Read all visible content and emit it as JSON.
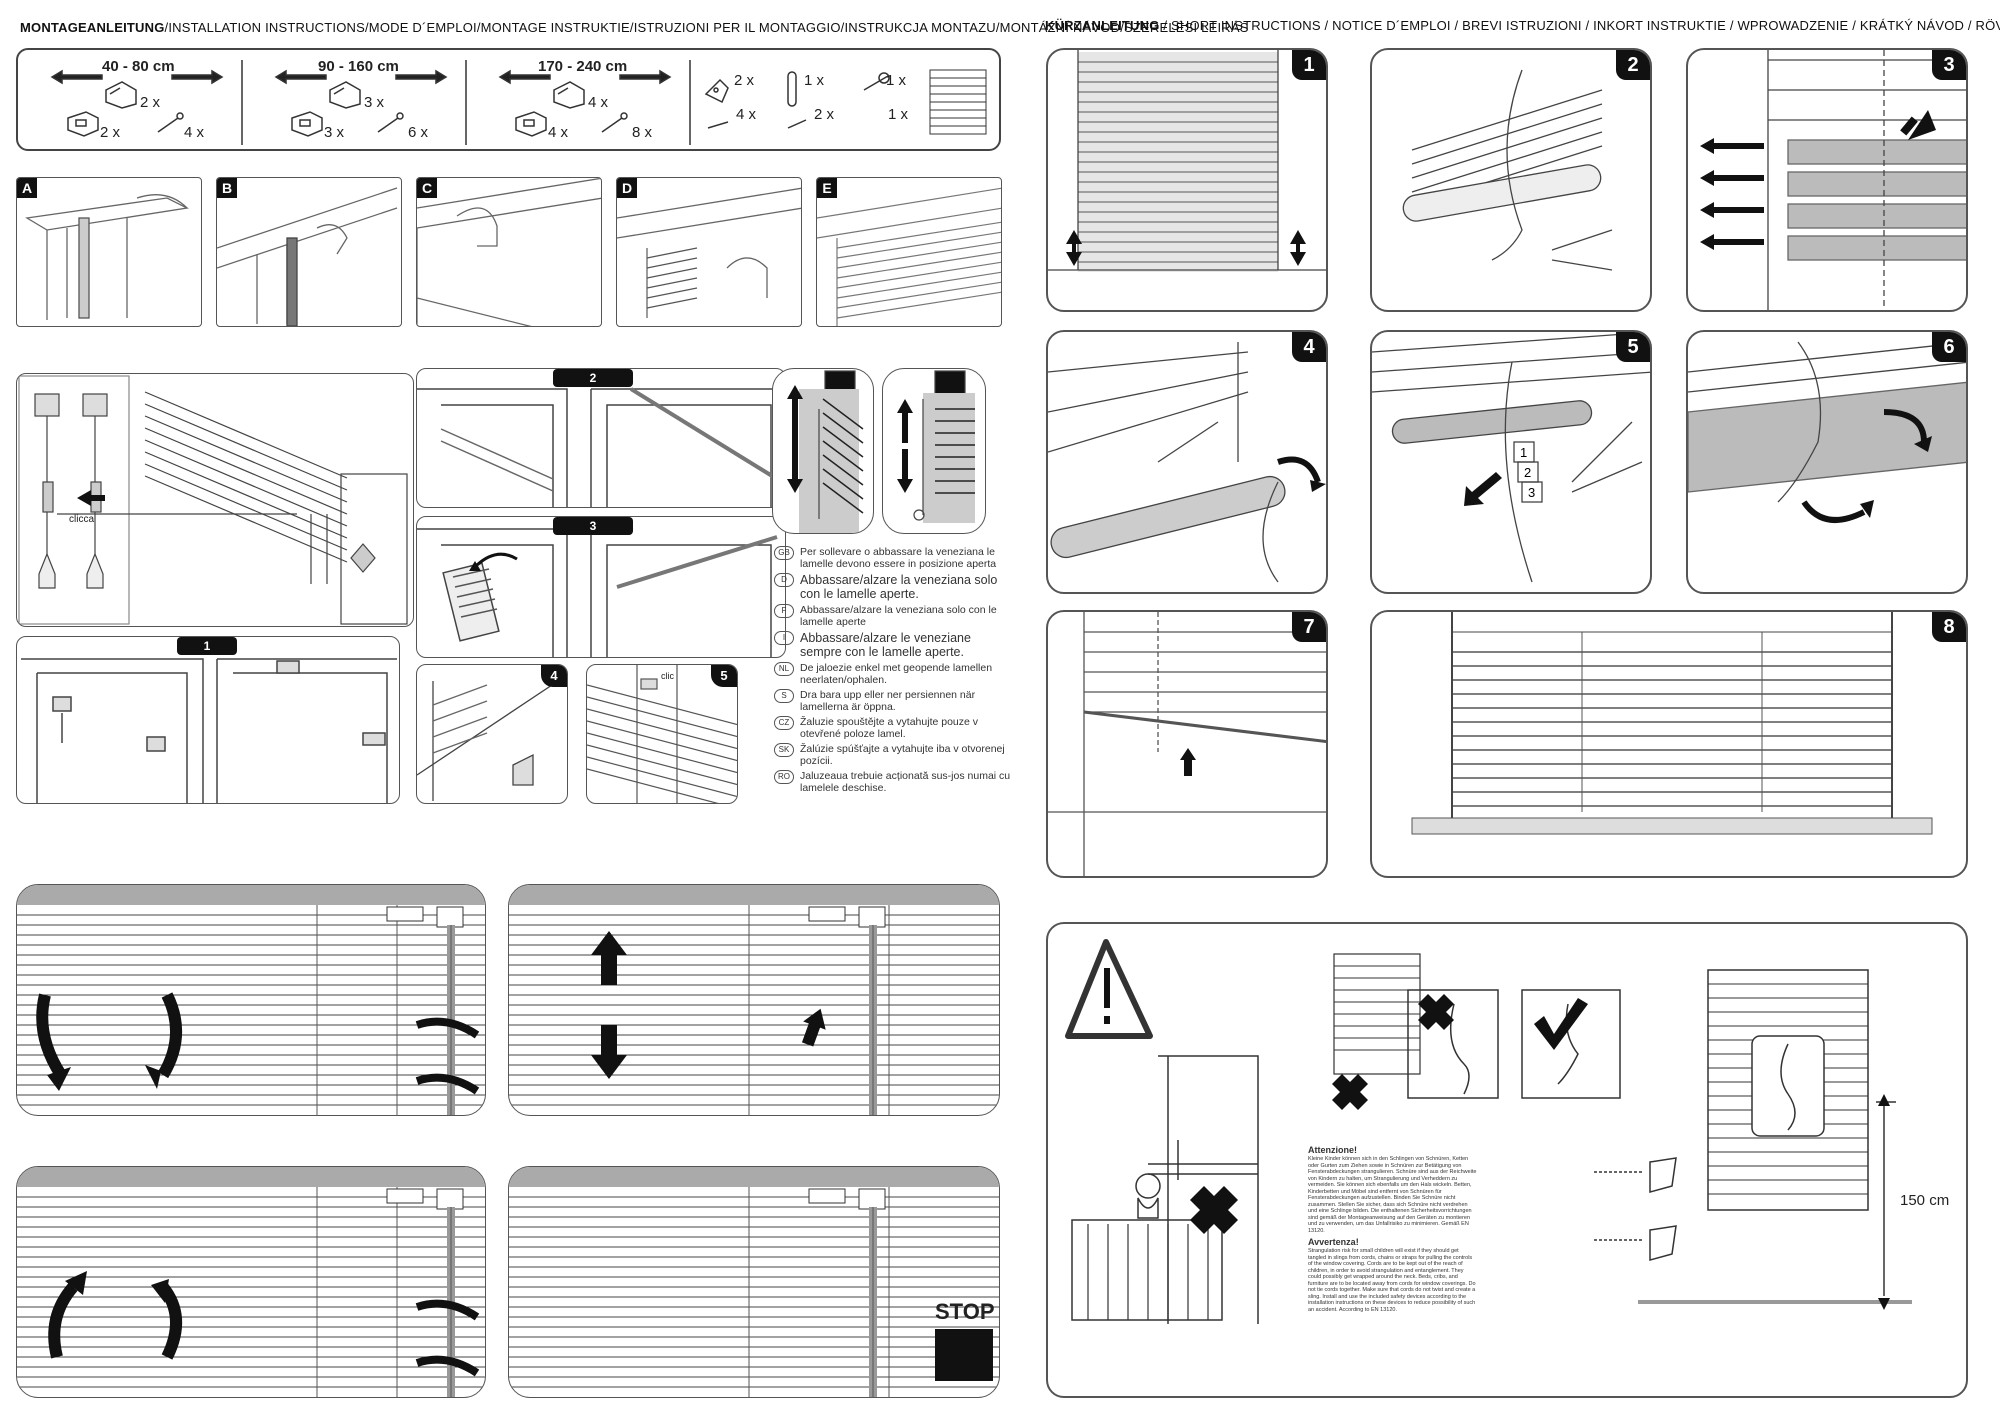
{
  "left_header": {
    "bold": "MONTAGEANLEITUNG",
    "rest": "/INSTALLATION INSTRUCTIONS/MODE D´EMPLOI/MONTAGE INSTRUKTIE/ISTRUZIONI PER IL MONTAGGIO/INSTRUKCJA MONTAZU/MONTÁZNÍ NÁVOD/SZERELÉSI LEIRÁS"
  },
  "right_header": {
    "bold": "KÜRZANLEITUNG",
    "rest": " / SHORT INSTRUCTIONS / NOTICE D´EMPLOI / BREVI ISTRUZIONI / INKORT INSTRUKTIE / WPROWADZENIE / KRÁTKÝ NÁVOD / RÖVID LEIRÁS"
  },
  "parts": {
    "groups": [
      {
        "size": "40 - 80 cm",
        "bracket_qty": "2 x",
        "clip_qty": "2 x",
        "screw_qty": "4 x"
      },
      {
        "size": "90 - 160 cm",
        "bracket_qty": "3 x",
        "clip_qty": "3 x",
        "screw_qty": "6 x"
      },
      {
        "size": "170 - 240 cm",
        "bracket_qty": "4 x",
        "clip_qty": "4 x",
        "screw_qty": "8 x"
      }
    ],
    "extras": {
      "a": "2 x",
      "b": "1 x",
      "c": "1 x",
      "d": "4 x",
      "e": "2 x",
      "f": "1 x"
    }
  },
  "step_letters": [
    "A",
    "B",
    "C",
    "D",
    "E"
  ],
  "install": {
    "click_label": "clicca",
    "tabs": [
      "1",
      "2",
      "3"
    ],
    "circles": [
      "4",
      "5"
    ],
    "clic_label": "clic"
  },
  "legend": [
    {
      "code": "GB",
      "text": "Per sollevare o abbassare la veneziana le lamelle devono essere in posizione aperta",
      "big": false
    },
    {
      "code": "D",
      "text": "Abbassare/alzare la veneziana solo con le lamelle aperte.",
      "big": true
    },
    {
      "code": "F",
      "text": "Abbassare/alzare la veneziana solo con le lamelle aperte",
      "big": false
    },
    {
      "code": "I",
      "text": "Abbassare/alzare le veneziane sempre con le lamelle aperte.",
      "big": true
    },
    {
      "code": "NL",
      "text": "De jaloezie enkel met geopende lamellen neerlaten/ophalen.",
      "big": false
    },
    {
      "code": "S",
      "text": "Dra bara upp eller ner persiennen när lamellerna är öppna.",
      "big": false
    },
    {
      "code": "CZ",
      "text": "Žaluzie spouštějte a vytahujte pouze v otevřené poloze lamel.",
      "big": false
    },
    {
      "code": "SK",
      "text": "Žalúzie spúšťajte a vytahujte iba v otvorenej pozícii.",
      "big": false
    },
    {
      "code": "RO",
      "text": "Jaluzeaua trebuie acționată sus-jos numai cu lamelele deschise.",
      "big": false
    }
  ],
  "stop_label": "STOP",
  "short_steps": [
    "1",
    "2",
    "3",
    "4",
    "5",
    "6",
    "7",
    "8"
  ],
  "safety": {
    "attention_title": "Attenzione!",
    "attention_text": "Kleine Kinder können sich in den Schlingen von Schnüren, Ketten oder Gurten zum Ziehen sowie in Schnüren zur Betätigung von Fensterabdeckungen strangulieren. Schnüre sind aus der Reichweite von Kindern zu halten, um Strangulierung und Verheddern zu vermeiden. Sie können sich ebenfalls um den Hals wickeln. Betten, Kinderbetten und Möbel sind entfernt von Schnüren für Fensterabdeckungen aufzustellen. Binden Sie Schnüre nicht zusammen. Stellen Sie sicher, dass sich Schnüre nicht verdrehen und eine Schlinge bilden. Die enthaltenen Sicherheitsvorrichtungen sind gemäß der Montageanweisung auf den Geräten zu montieren und zu verwenden, um das Unfallrisiko zu minimieren. Gemäß EN 13120.",
    "warning_title": "Avvertenza!",
    "warning_text": "Strangulation risk for small children will exist if they should get tangled in slings from cords, chains or straps for pulling the controls of the window covering. Cords are to be kept out of the reach of children, in order to avoid strangulation and entanglement. They could possibly get wrapped around the neck. Beds, cribs, and furniture are to be located away from cords for window coverings. Do not tie cords together. Make sure that cords do not twist and create a sling. Install and use the included safety devices according to the installation instructions on these devices to reduce possibility of such an accident. According to EN 13120.",
    "height_label": "150 cm"
  }
}
